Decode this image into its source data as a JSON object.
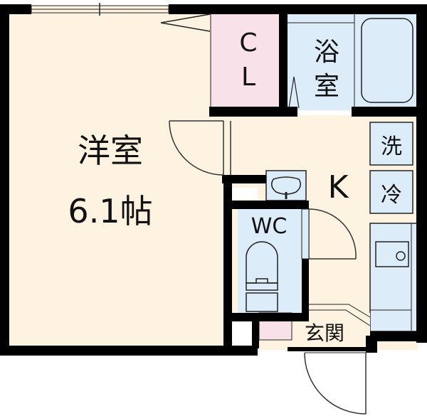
{
  "floor_plan": {
    "colors": {
      "wall": "#000000",
      "room_beige": "#fdf3e0",
      "bath_blue": "#dcecf8",
      "closet_pink": "#f9e1ea",
      "background": "#ffffff",
      "line": "#222222"
    },
    "rooms": {
      "western_room": {
        "label": "洋室",
        "size": "6.1帖"
      },
      "closet": {
        "label_line1": "C",
        "label_line2": "L"
      },
      "bathroom": {
        "label_line1": "浴",
        "label_line2": "室"
      },
      "kitchen": {
        "label": "K"
      },
      "washer": {
        "label": "洗"
      },
      "refrigerator": {
        "label": "冷"
      },
      "toilet": {
        "label": "WC"
      },
      "entrance": {
        "label": "玄関"
      }
    }
  }
}
